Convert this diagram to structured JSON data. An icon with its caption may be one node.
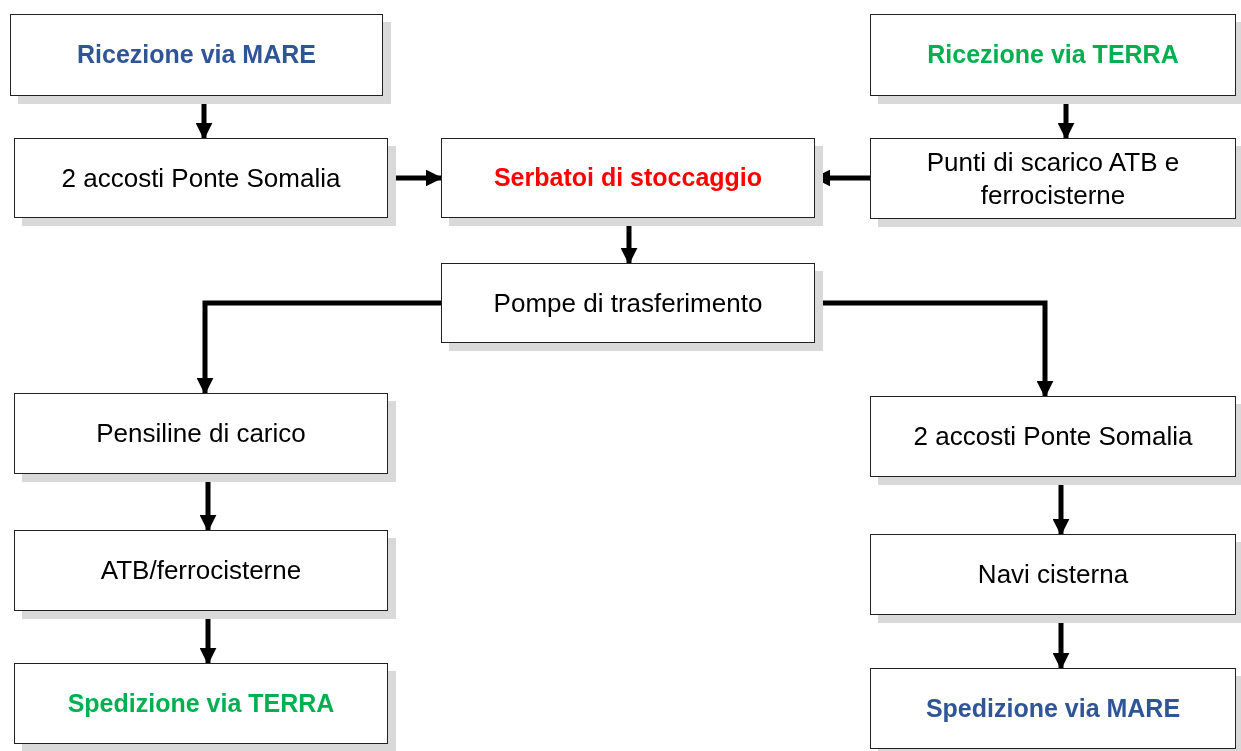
{
  "diagram": {
    "nodes": [
      {
        "text": [
          "Ricezione via MARE"
        ]
      },
      {
        "text": [
          "Ricezione via TERRA"
        ]
      },
      {
        "text": [
          "2 accosti Ponte Somalia"
        ]
      },
      {
        "text": [
          "Serbatoi di stoccaggio"
        ]
      },
      {
        "text": [
          "Punti di scarico ATB e ferrocisterne"
        ]
      },
      {
        "text": [
          "Pompe di trasferimento"
        ]
      },
      {
        "text": [
          "Pensiline di carico"
        ]
      },
      {
        "text": [
          "2 accosti Ponte Somalia"
        ]
      },
      {
        "text": [
          "ATB/ferrocisterne"
        ]
      },
      {
        "text": [
          "Navi cisterna"
        ]
      },
      {
        "text": [
          "Spedizione via TERRA"
        ]
      },
      {
        "text": [
          "Spedizione via MARE"
        ]
      }
    ],
    "edges": [
      {
        "from": 0,
        "to": 2,
        "arrow": "to"
      },
      {
        "from": 1,
        "to": 4,
        "arrow": "to"
      },
      {
        "from": 2,
        "to": 3,
        "arrow": "to"
      },
      {
        "from": 4,
        "to": 3,
        "arrow": "to"
      },
      {
        "from": 3,
        "to": 5,
        "arrow": "to"
      },
      {
        "from": 5,
        "to": 6,
        "arrow": "to"
      },
      {
        "from": 5,
        "to": 7,
        "arrow": "to"
      },
      {
        "from": 6,
        "to": 8,
        "arrow": "to"
      },
      {
        "from": 8,
        "to": 10,
        "arrow": "to"
      },
      {
        "from": 7,
        "to": 9,
        "arrow": "to"
      },
      {
        "from": 9,
        "to": 11,
        "arrow": "to"
      }
    ]
  }
}
